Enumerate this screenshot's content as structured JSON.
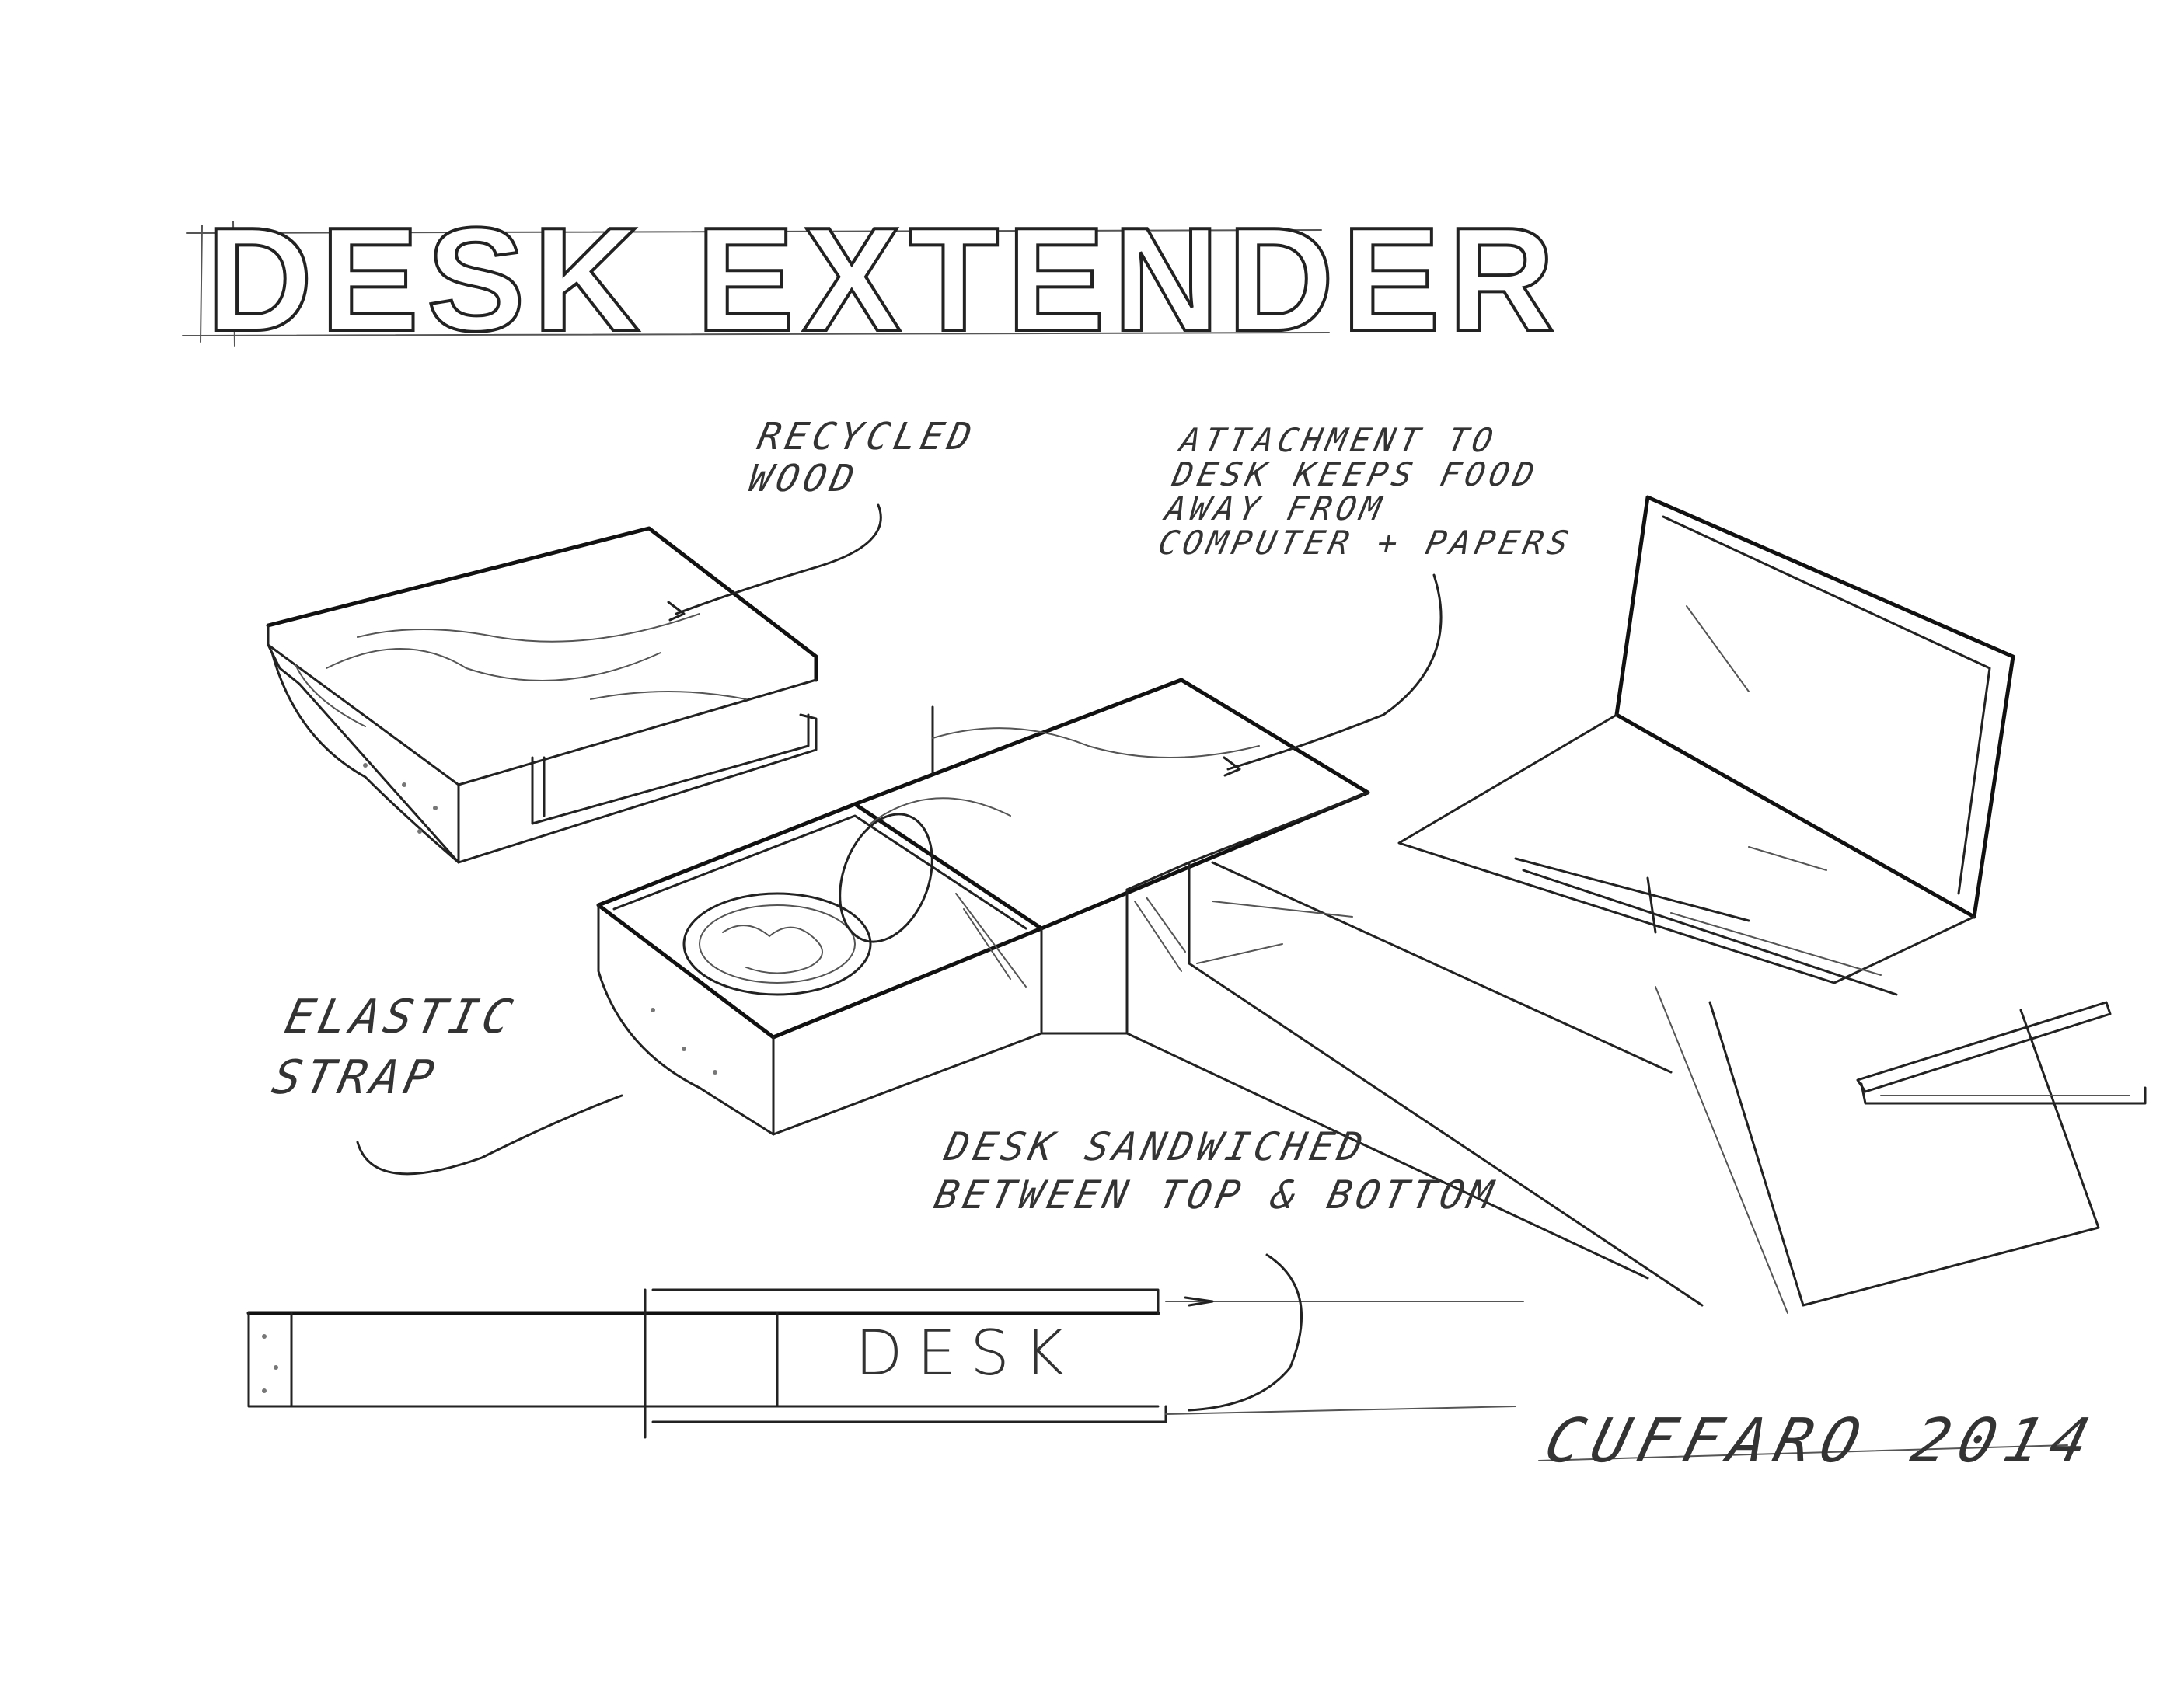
{
  "sketch": {
    "title": "DESK EXTENDER",
    "annotations": {
      "recycled_wood": "RECYCLED\nWOOD",
      "attachment": "ATTACHMENT TO\nDESK KEEPS FOOD\nAWAY FROM\nCOMPUTER + PAPERS",
      "elastic_strap": "ELASTIC\nSTRAP",
      "desk_sandwiched": "DESK SANDWICHED\nBETWEEN TOP & BOTTOM"
    },
    "desk_label": "DESK",
    "signature": "CUFFARO 2014"
  }
}
